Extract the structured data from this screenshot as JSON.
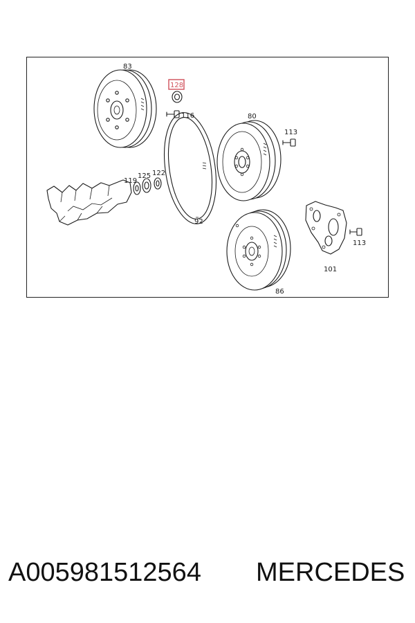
{
  "diagram": {
    "labels": {
      "p83": "83",
      "p128": "128",
      "p116": "116",
      "p80": "80",
      "p113a": "113",
      "p119": "119",
      "p125": "125",
      "p122": "122",
      "p92": "92",
      "p113b": "113",
      "p101": "101",
      "p86": "86"
    },
    "highlighted_part": "128",
    "highlight_color": "#d0505a"
  },
  "caption": {
    "part_number": "A005981512564",
    "brand": "MERCEDES"
  }
}
